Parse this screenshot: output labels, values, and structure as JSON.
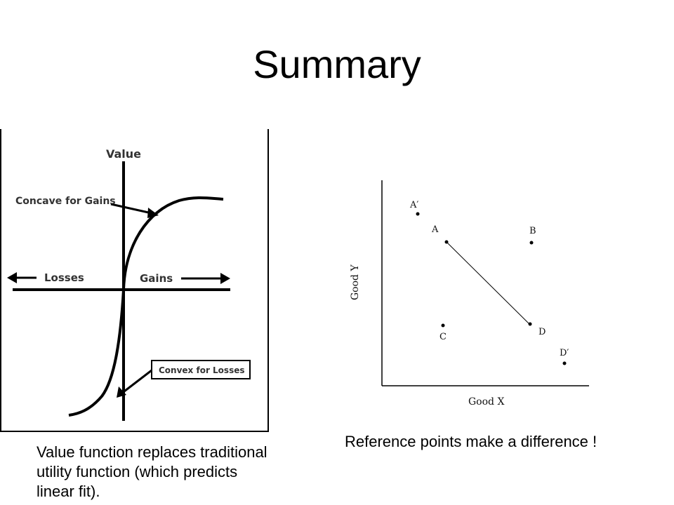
{
  "slide": {
    "title": "Summary"
  },
  "value_function": {
    "axis_value": "Value",
    "concave": "Concave for Gains",
    "losses": "Losses",
    "gains": "Gains",
    "convex": "Convex for Losses"
  },
  "reference_points": {
    "xlabel": "Good X",
    "ylabel": "Good Y",
    "points": [
      "A′",
      "A",
      "B",
      "C",
      "D",
      "D′"
    ]
  },
  "captions": {
    "left": "Value function replaces traditional utility function (which predicts linear fit).",
    "right": "Reference points make a difference !"
  }
}
